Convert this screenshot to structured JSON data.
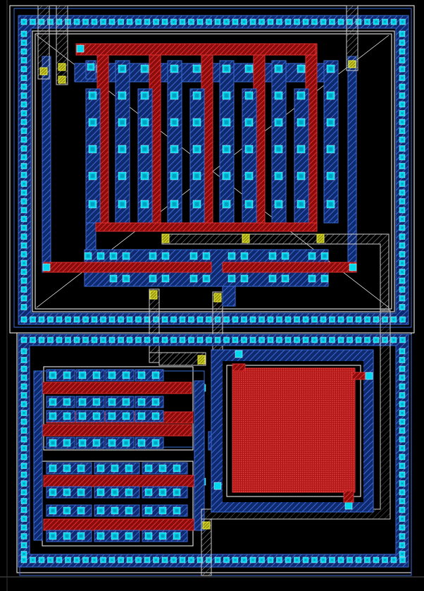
{
  "view": {
    "title": "",
    "background": "#000000"
  },
  "palette": {
    "metal1": "#3a6bd6",
    "metal1_hatch": "#2a4fb0",
    "poly": "#c81e1e",
    "poly_hatch": "#e03030",
    "contact": "#00d8f0",
    "contact_inner": "#00a0c0",
    "via": "#e8e840",
    "metal2": "#c8c8c8",
    "outline": "#ffffff",
    "nwell_guard": "#2aa8c8"
  },
  "cells": [
    {
      "name": "top-transistor-array",
      "fingers": 5,
      "rows": 6
    },
    {
      "name": "bottom-left-resistor-array-upper",
      "rows": 3,
      "cols": 4
    },
    {
      "name": "bottom-left-resistor-array-lower",
      "rows": 3,
      "cols": 3
    },
    {
      "name": "bottom-right-capacitor",
      "plates": 1
    }
  ]
}
